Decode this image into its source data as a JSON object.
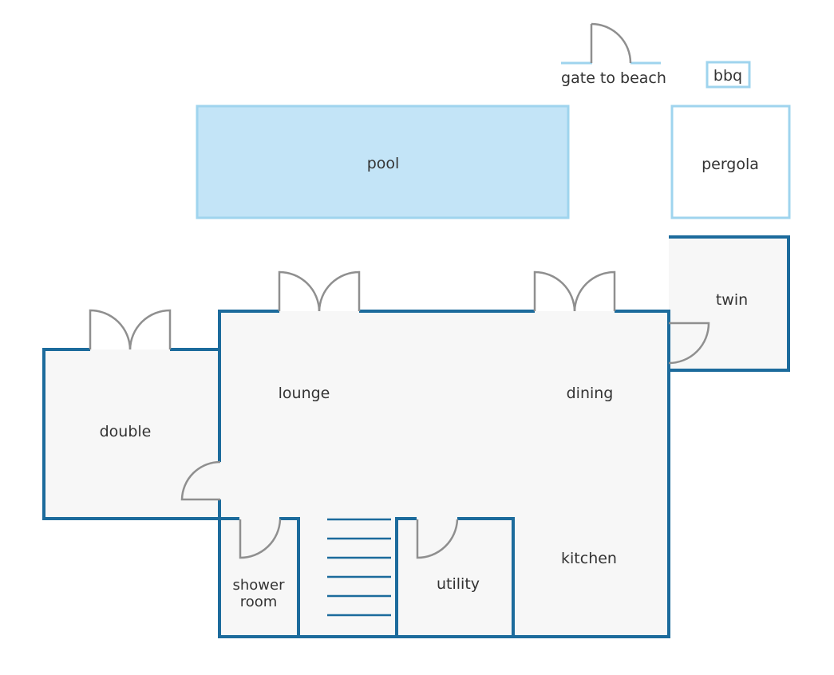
{
  "outdoor": {
    "gate_label": "gate to beach",
    "bbq_label": "bbq",
    "pool_label": "pool",
    "pergola_label": "pergola"
  },
  "rooms": {
    "twin": "twin",
    "lounge": "lounge",
    "dining": "dining",
    "double": "double",
    "kitchen": "kitchen",
    "utility": "utility",
    "shower_room_line1": "shower",
    "shower_room_line2": "room"
  },
  "colors": {
    "wall": "#1c6b9c",
    "floor": "#f7f7f7",
    "pool_fill": "#c3e4f7",
    "outdoor_outline": "#9fd4ee",
    "door": "#8f8f8f"
  }
}
